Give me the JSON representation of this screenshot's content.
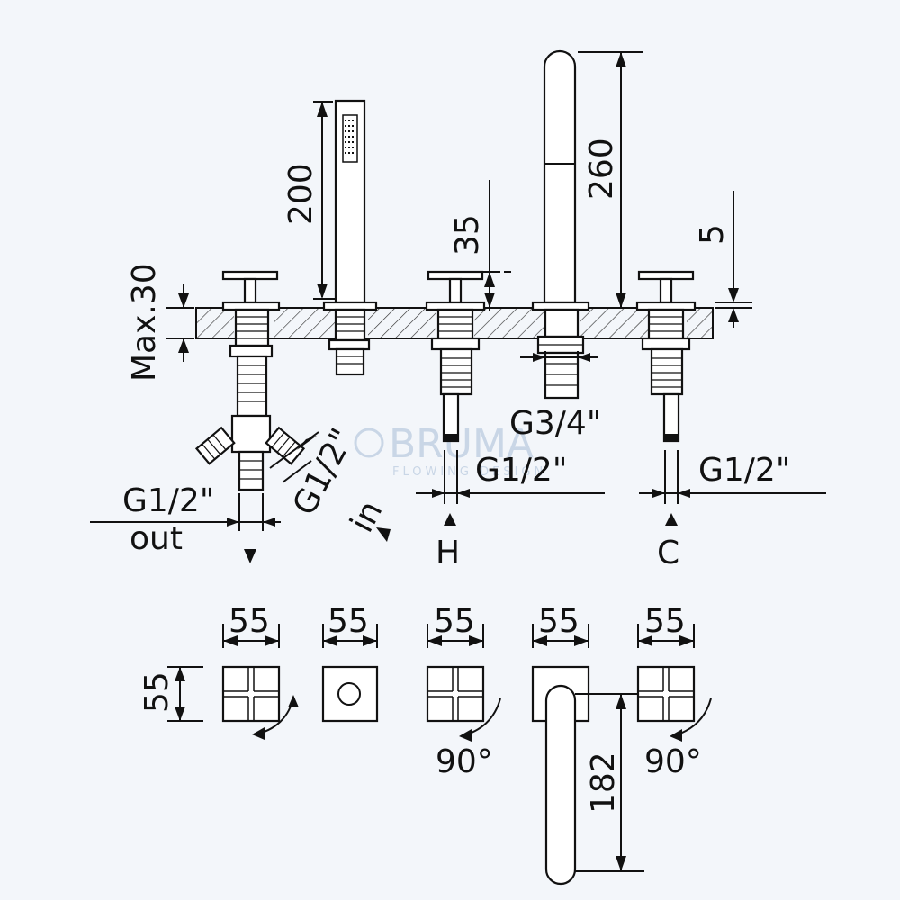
{
  "watermark": {
    "brand": "BRUMA",
    "tagline": "FLOWING DESIGN"
  },
  "dimensions": {
    "handshower_height": "200",
    "spout_height": "260",
    "handle_height": "35",
    "plate_thickness": "5",
    "deck_max": "Max.30",
    "square_size": "55",
    "spout_reach": "182"
  },
  "connections": {
    "diverter_out": "G1/2\"",
    "diverter_out_label": "out",
    "diverter_in": "G1/2\"",
    "diverter_in_label": "in",
    "spout_connection": "G3/4\"",
    "hot_connection": "G1/2\"",
    "cold_connection": "G1/2\"",
    "hot_label": "H",
    "cold_label": "C"
  },
  "rotation": {
    "hot_angle": "90°",
    "cold_angle": "90°"
  }
}
